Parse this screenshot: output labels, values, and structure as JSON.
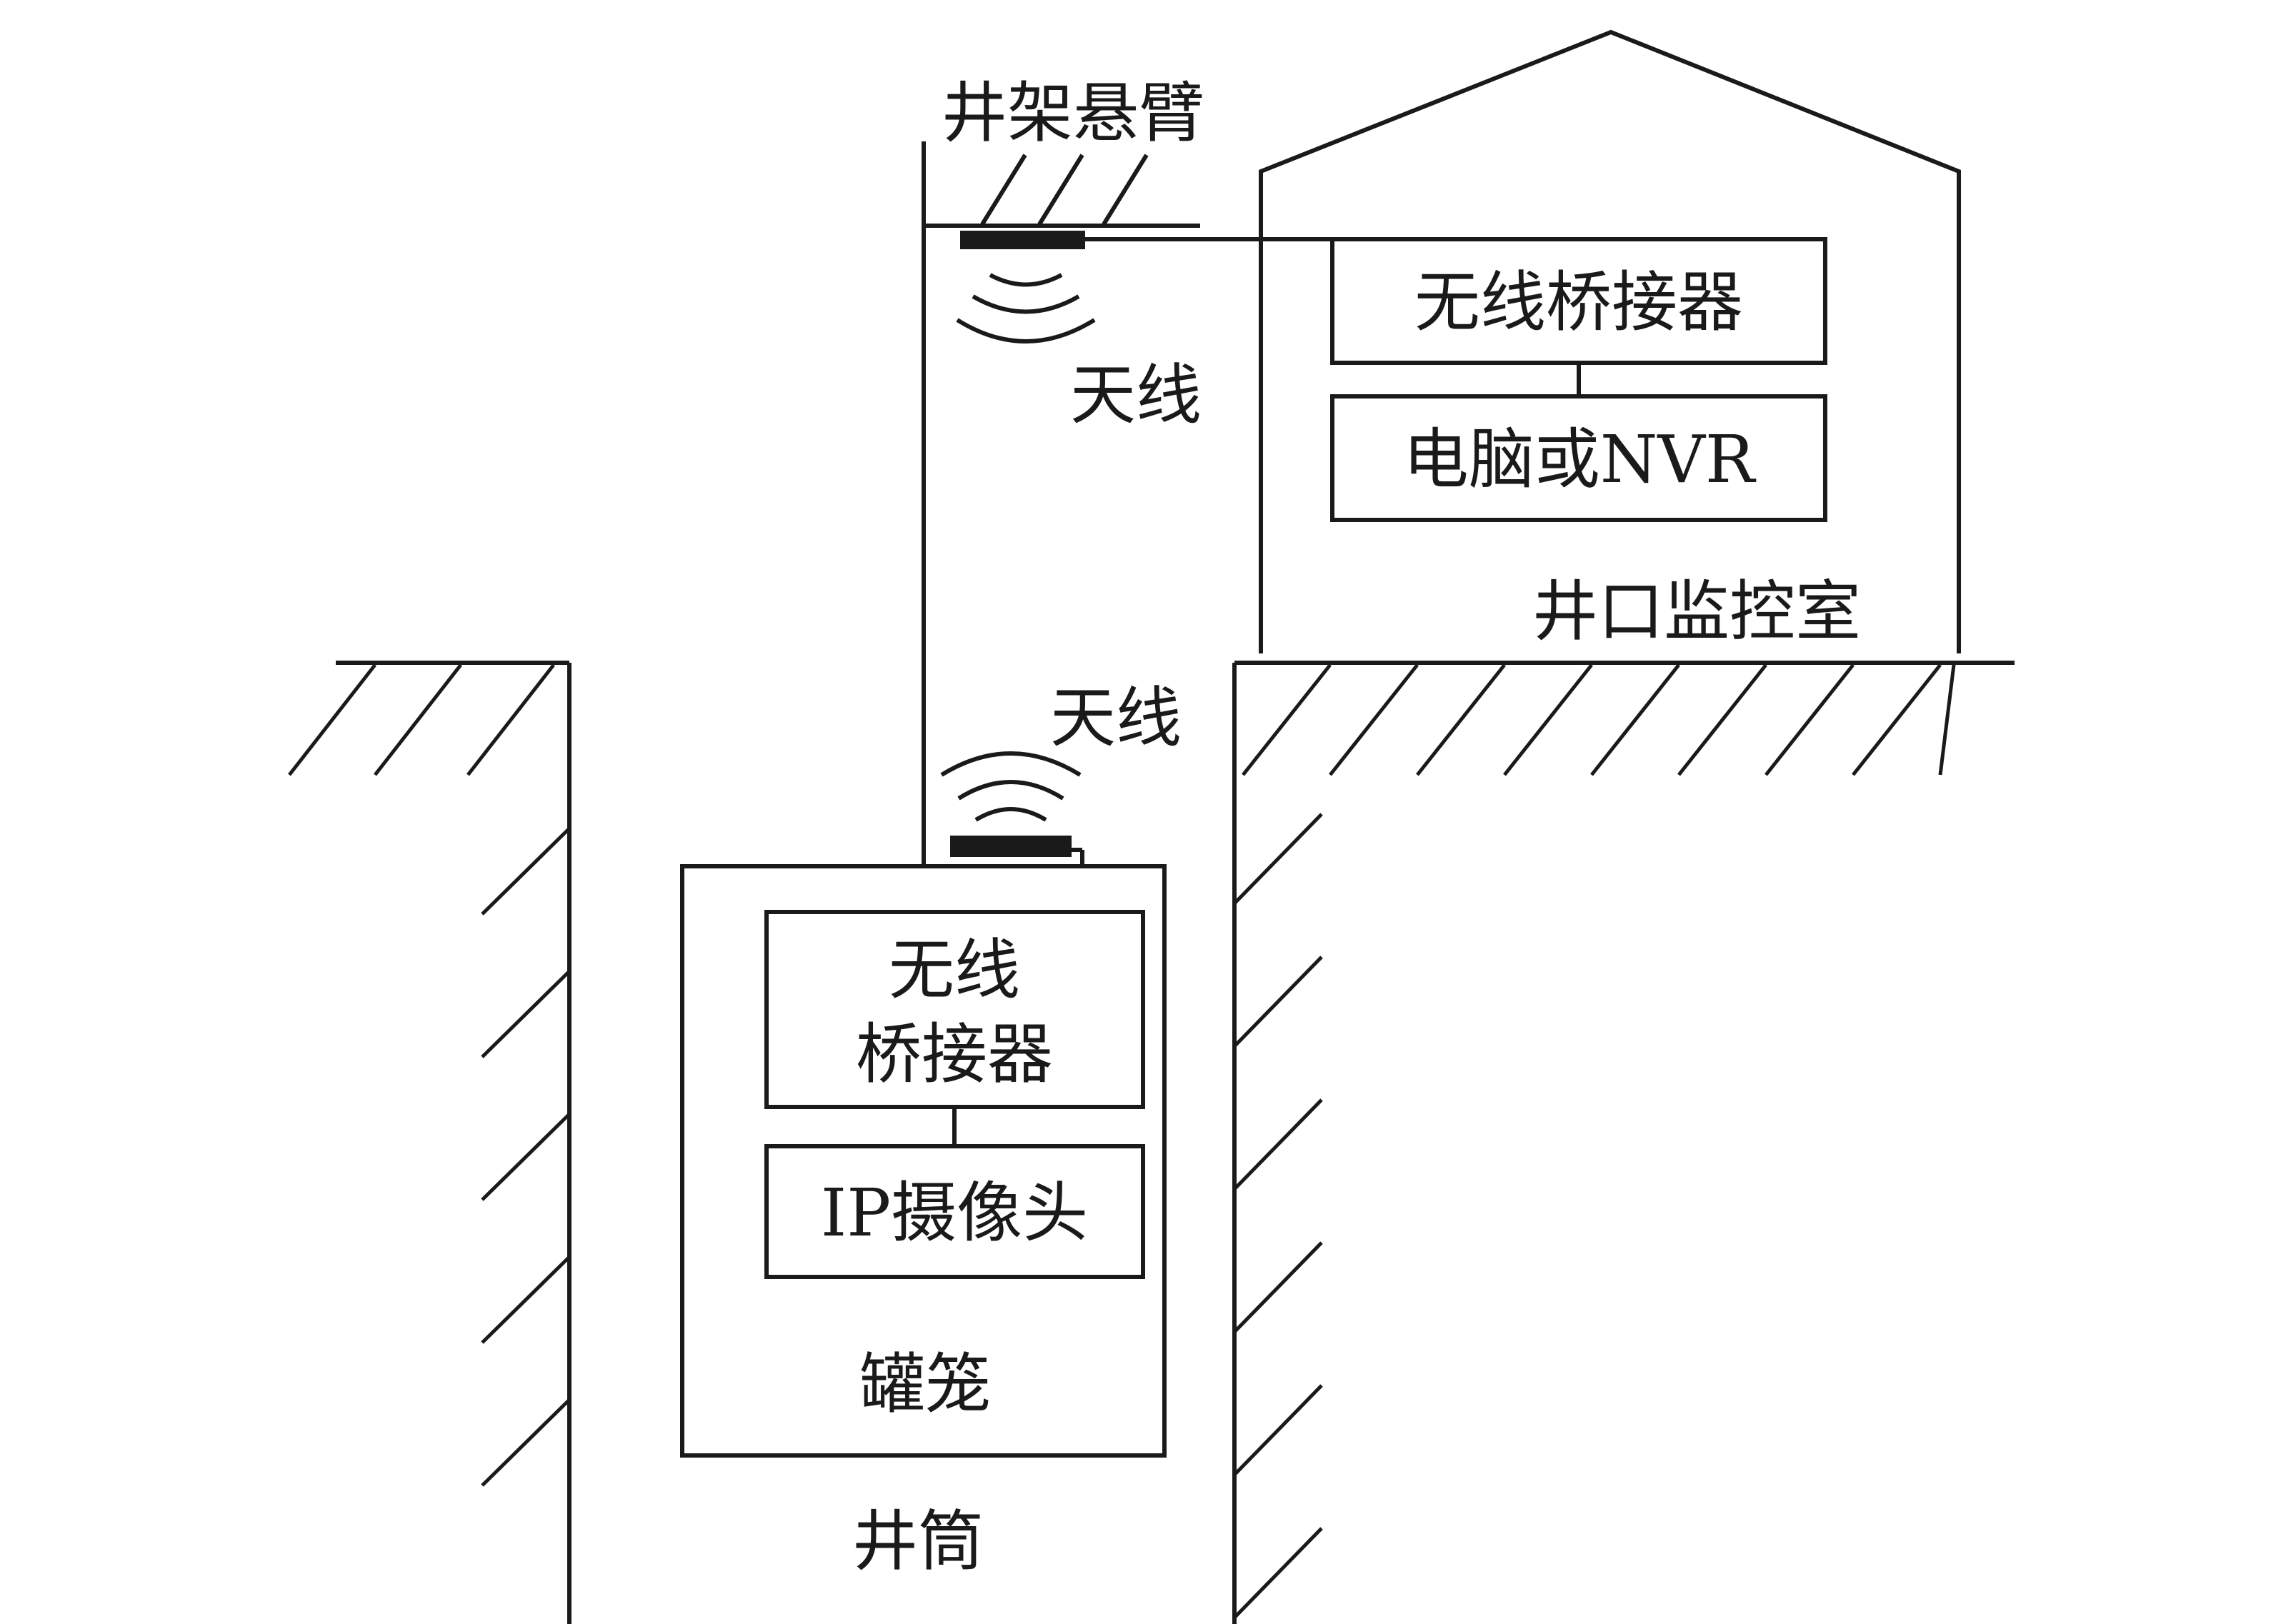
{
  "labels": {
    "derrick_arm": "井架悬臂",
    "antenna_top": "天线",
    "antenna_cage": "天线",
    "control_room": "井口监控室",
    "cage": "罐笼",
    "shaft": "井筒"
  },
  "boxes": {
    "bridge_top": "无线桥接器",
    "nvr": "电脑或NVR",
    "bridge_cage_line1": "无线",
    "bridge_cage_line2": "桥接器",
    "camera": "IP摄像头"
  },
  "colors": {
    "stroke": "#1a1a1a",
    "background": "#ffffff"
  }
}
